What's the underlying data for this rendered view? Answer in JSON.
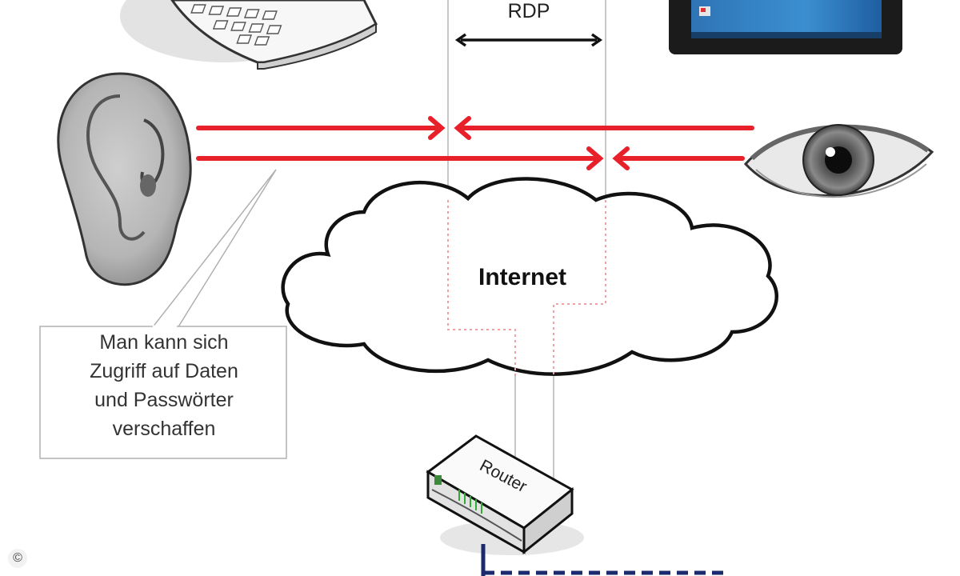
{
  "labels": {
    "protocol": "RDP",
    "cloud": "Internet",
    "router": "Router",
    "callout_lines": [
      "Man kann sich",
      "Zugriff auf Daten",
      "und Passwörter",
      "verschaffen"
    ],
    "copyright": "©"
  },
  "icons": [
    "keyboard-icon",
    "tablet-icon",
    "ear-icon",
    "eye-icon",
    "cloud-icon",
    "router-icon"
  ],
  "colors": {
    "arrow_red": "#e8202a",
    "line_gray": "#c8c8c8",
    "dotted_red": "#f0a0a0",
    "cable_navy": "#1a2a6c",
    "text_dark": "#222222"
  }
}
